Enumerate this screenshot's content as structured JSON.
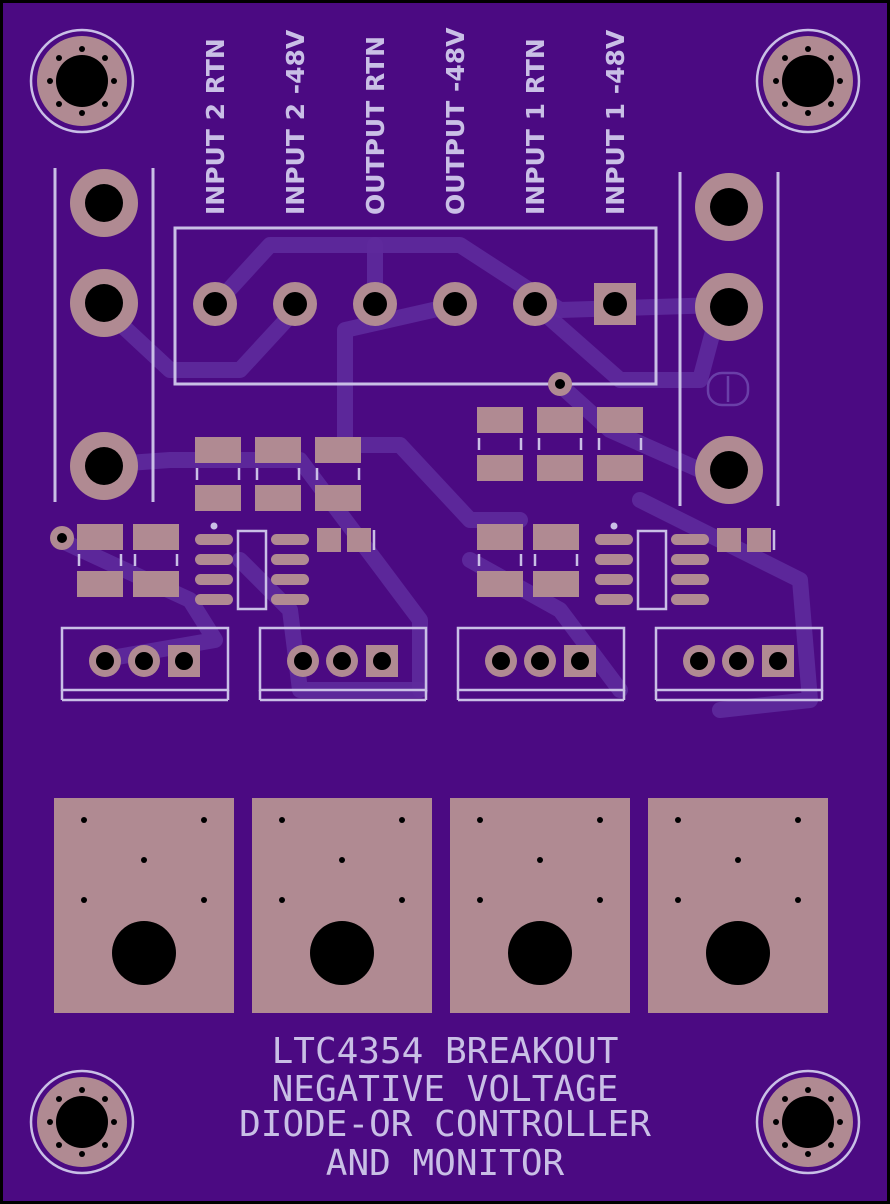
{
  "board": {
    "colors": {
      "substrate": "#4b0a82",
      "edge": "#000000",
      "copper_pad": "#b08a92",
      "silkscreen": "#c9bfe6",
      "trace": "#5e2a9c",
      "drill": "#000000"
    }
  },
  "connector_labels": [
    "INPUT 2 RTN",
    "INPUT 2 -48V",
    "OUTPUT RTN",
    "OUTPUT -48V",
    "INPUT 1 RTN",
    "INPUT 1 -48V"
  ],
  "title_lines": [
    "LTC4354 BREAKOUT",
    "NEGATIVE VOLTAGE",
    "DIODE-OR CONTROLLER",
    "AND MONITOR"
  ]
}
